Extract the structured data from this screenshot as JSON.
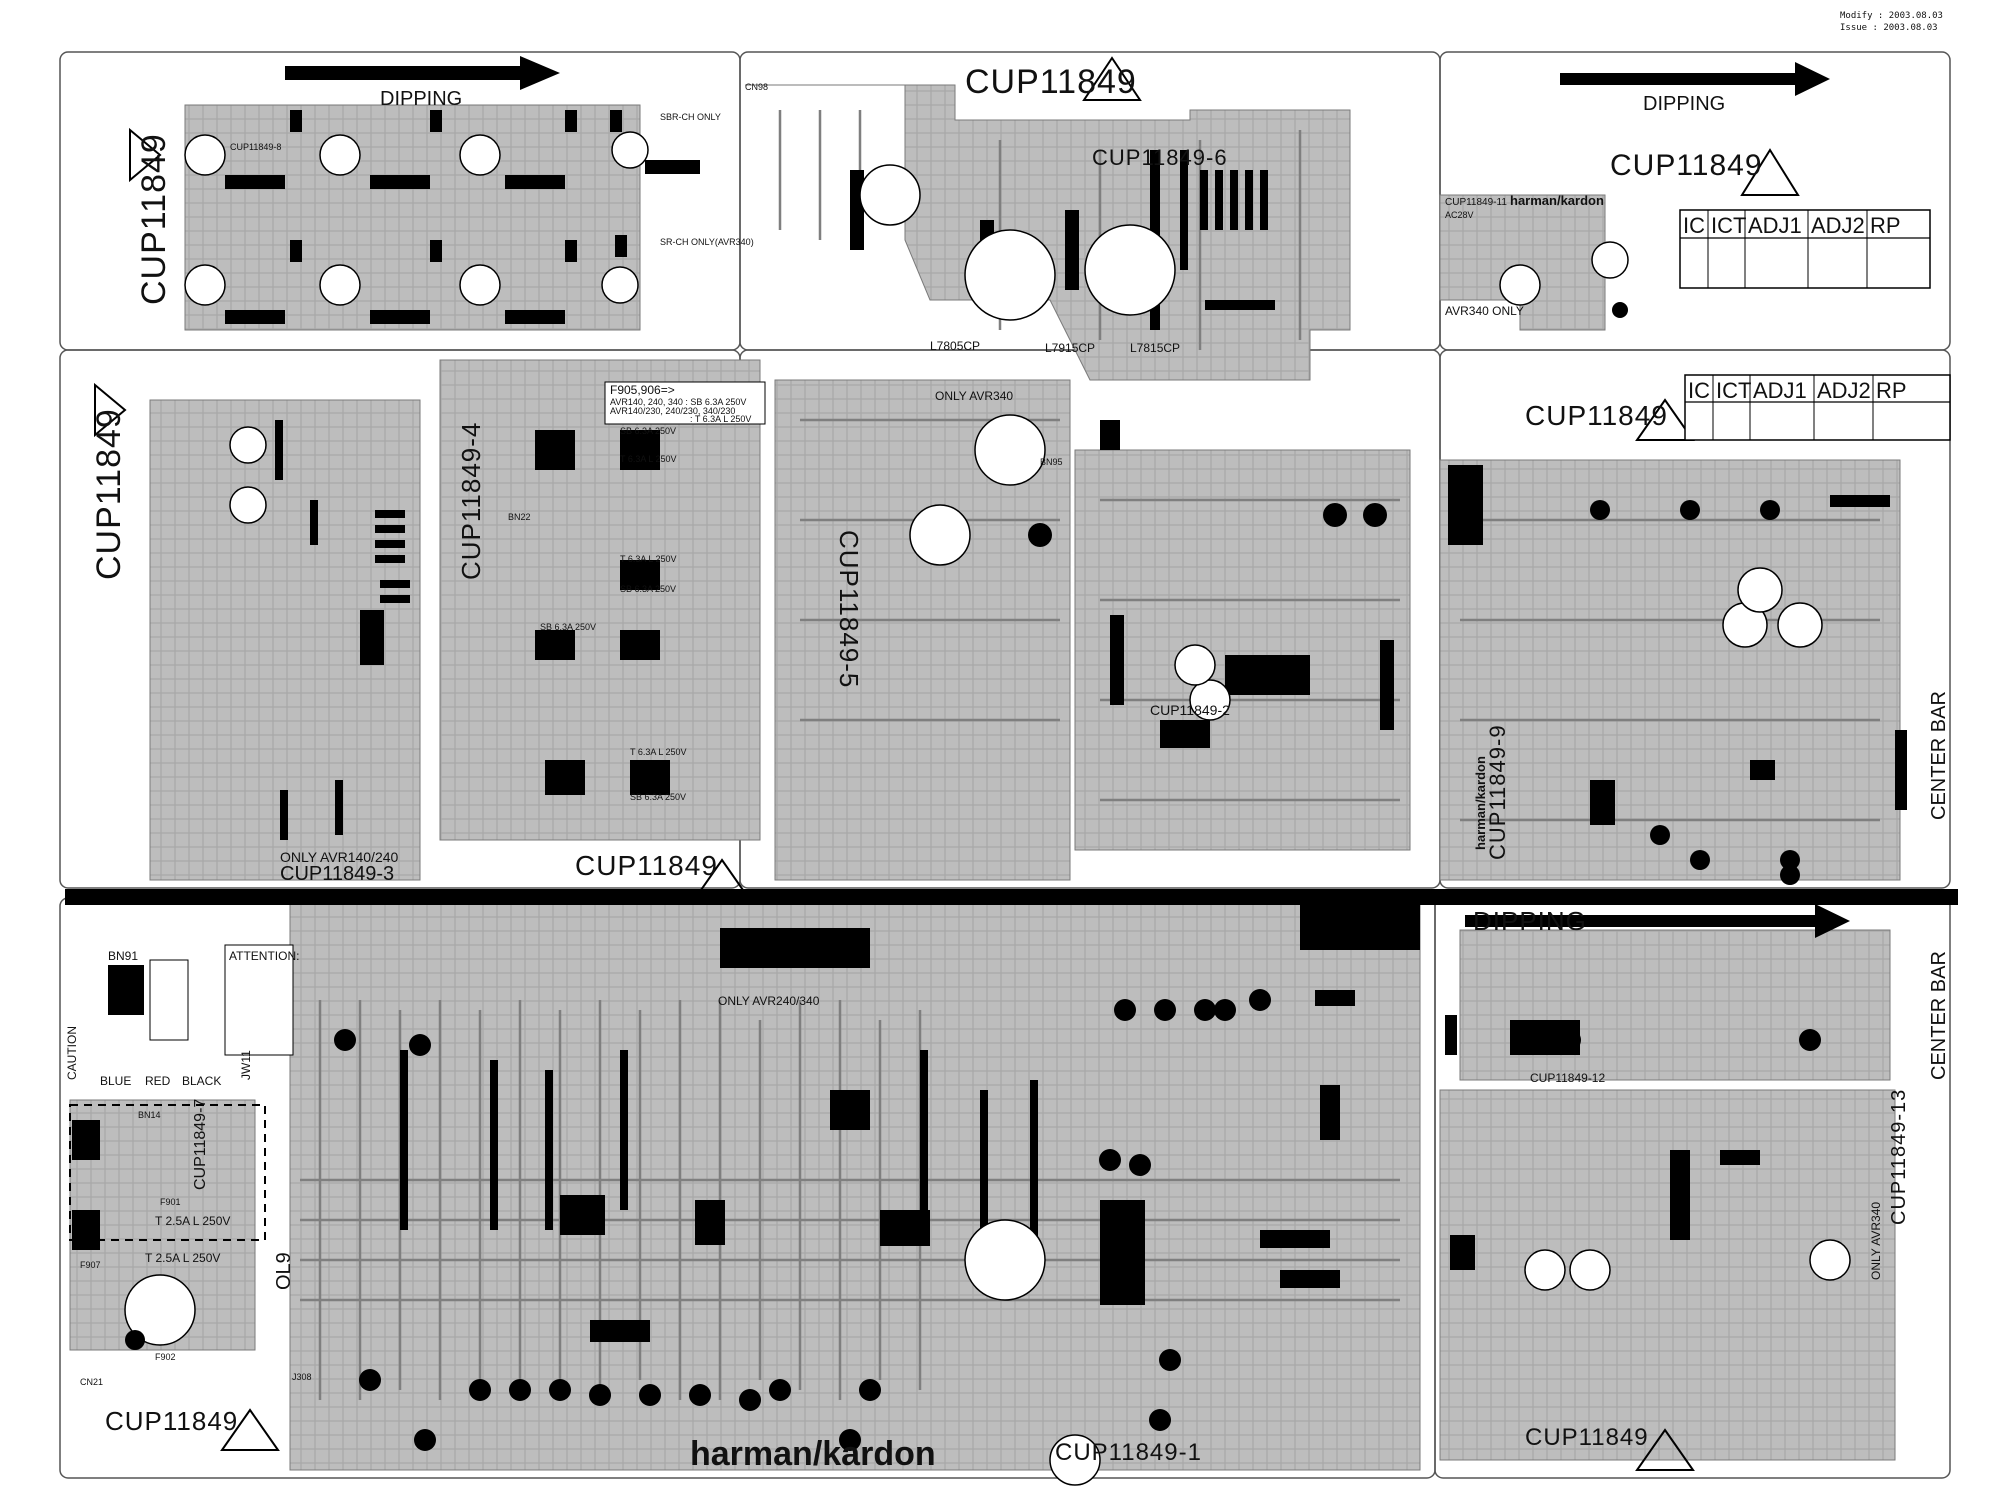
{
  "header": {
    "modify": "Modify : 2003.08.03",
    "issue": "Issue : 2003.08.03"
  },
  "colors": {
    "board": "#bdbdbd",
    "board_light": "#cfcfcf",
    "trace": "#8e8e8e",
    "component": "#000000",
    "outline": "#222222",
    "background": "#ffffff"
  },
  "labels": {
    "dipping": "DIPPING",
    "sbr_only": "SBR-CH ONLY",
    "sr_only": "SR-CH ONLY(AVR340)",
    "board_cup_top": "CUP11849",
    "board_6": "CUP11849-6",
    "board_4": "CUP11849-4",
    "board_5": "CUP11849-5",
    "board_2": "CUP11849-2",
    "board_3": "CUP11849-3",
    "board_1": "CUP11849-1",
    "board_7": "CUP11849-7",
    "board_9": "CUP11849-9",
    "board_11": "CUP11849-11",
    "board_12": "CUP11849-12",
    "board_13": "CUP11849-13",
    "board_8": "CUP11849-8",
    "board_side": "CUP11849",
    "board_mid": "CUP11849",
    "board_bl": "CUP11849",
    "board_br": "CUP11849",
    "board_tr": "CUP11849",
    "board_tr2": "CUP11849",
    "brand": "harman/kardon",
    "center_bar": "CENTER BAR",
    "only_avr140": "ONLY AVR140/240",
    "only_avr340": "ONLY AVR340",
    "only_avr240": "ONLY AVR240/340",
    "avr340_only": "AVR340 ONLY",
    "l7805": "L7805CP",
    "l7915": "L7915CP",
    "l7815": "L7815CP",
    "caution": "CAUTION",
    "attention": "ATTENTION:",
    "f905": "F905,906=>",
    "avr_fuse1": "AVR140, 240, 340 : SB 6.3A 250V",
    "avr_fuse2": "AVR140/230, 240/230, 340/230",
    "avr_fuse3": ": T 6.3A L 250V",
    "fuse_sb": "SB 6.3A 250V",
    "fuse_t": "T 6.3A L 250V",
    "fuse_t25": "T 2.5A L 250V",
    "blue": "BLUE",
    "red": "RED",
    "black": "BLACK",
    "bn91": "BN91",
    "bn14": "BN14",
    "bn22": "BN22",
    "bn95": "BN95",
    "jw11": "JW11",
    "f901": "F901",
    "f902": "F902",
    "f907": "F907",
    "cn21": "CN21",
    "j308": "J308",
    "ol9": "OL9",
    "ac28v": "AC28V",
    "cn98": "CN98"
  },
  "adj_table": {
    "headers": [
      "IC",
      "ICT",
      "ADJ1",
      "ADJ2",
      "RP"
    ]
  }
}
